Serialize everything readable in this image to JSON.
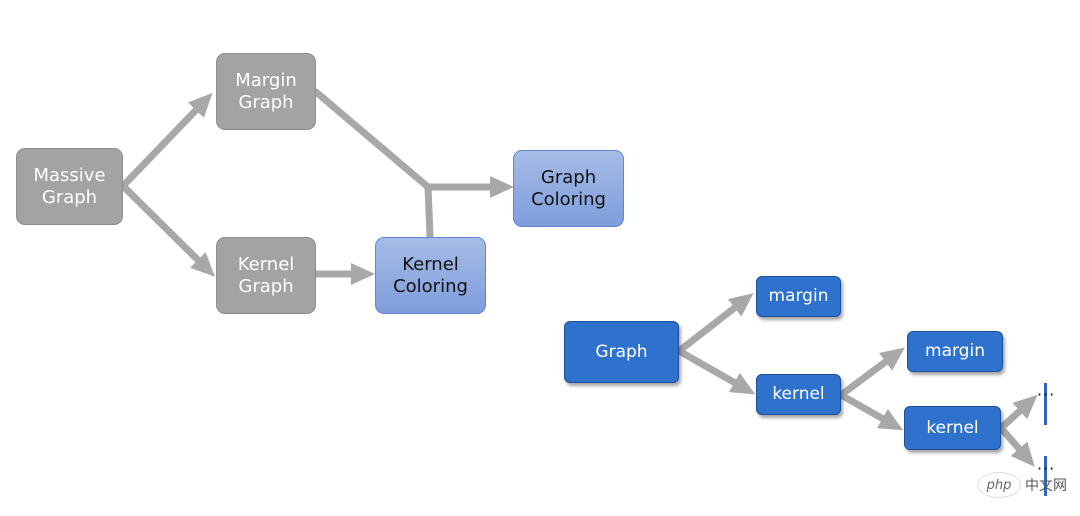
{
  "colors": {
    "gray_node": "#a3a3a3",
    "light_blue_node": "#8faae0",
    "blue_node": "#2f72ce",
    "arrow": "#a8a8a8",
    "bar": "#2f66c4"
  },
  "left_diagram": {
    "massive_graph": "Massive\nGraph",
    "margin_graph": "Margin\nGraph",
    "kernel_graph": "Kernel\nGraph",
    "kernel_coloring": "Kernel\nColoring",
    "graph_coloring": "Graph\nColoring"
  },
  "right_diagram": {
    "graph": "Graph",
    "margin_1": "margin",
    "kernel_1": "kernel",
    "margin_2": "margin",
    "kernel_2": "kernel",
    "continuation_1": "···",
    "continuation_2": "···"
  },
  "watermark": {
    "logo_text": "php",
    "text": "中文网"
  }
}
